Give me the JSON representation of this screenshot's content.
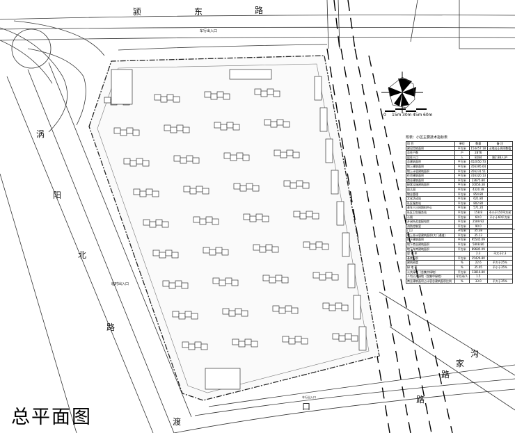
{
  "title": "总平面图",
  "roads": {
    "north": [
      "颍",
      "东",
      "路"
    ],
    "west": [
      "涡",
      "阳",
      "北",
      "路"
    ],
    "south": [
      "渡",
      "口",
      "路"
    ],
    "southeast": [
      "沟",
      "家",
      "路"
    ]
  },
  "entrances": {
    "north": "车行出入口",
    "west": "临时出入口",
    "south": "车行出入口"
  },
  "scale_bar": {
    "ticks": [
      "0",
      "15m",
      "30m",
      "45m",
      "60m"
    ]
  },
  "table": {
    "caption": "附表：小区主要技术指标表",
    "headers": [
      "项 目",
      "单位",
      "数量",
      "备 注"
    ],
    "rows": [
      [
        "建设用地面积",
        "平方米",
        "154457.18",
        "土地出让合同数值"
      ],
      [
        "总住户数",
        "户",
        "2876",
        ""
      ],
      [
        "居住人口",
        "人",
        "8284",
        "按2.88人/户"
      ],
      [
        "总建筑面积",
        "平方米",
        "452050.73",
        ""
      ],
      [
        "地上建筑面积",
        "平方米",
        "356395.64",
        ""
      ],
      [
        "地上计容建筑面积",
        "平方米",
        "356231.51",
        ""
      ],
      [
        "住宅建筑面积",
        "平方米",
        "316320.13",
        ""
      ],
      [
        "商业建筑面积",
        "平方米",
        "23675.80",
        ""
      ],
      [
        "配套设施建筑面积",
        "平方米",
        "10056.38",
        ""
      ],
      [
        "幼儿园",
        "平方米",
        "4320.38",
        ""
      ],
      [
        "物业管理",
        "平方米",
        "854.80",
        ""
      ],
      [
        "文化活动站",
        "平方米",
        "621.80",
        ""
      ],
      [
        "社区服务站",
        "平方米",
        "802.80",
        ""
      ],
      [
        "老年人日间照料中心",
        "平方米",
        "571.20",
        ""
      ],
      [
        "社区卫生服务站",
        "平方米",
        "158.8",
        "不小于150平方米"
      ],
      [
        "公厕",
        "平方米",
        "60.0",
        "不小于60平方米"
      ],
      [
        "开闭所及变配电房",
        "平方米",
        "2589.92",
        ""
      ],
      [
        "消防控制室",
        "平方米",
        "90.0",
        ""
      ],
      [
        "门卫",
        "平方米",
        "35.38",
        ""
      ],
      [
        "地上非计容建筑面积(大门通道)",
        "平方米",
        "35.13",
        ""
      ],
      [
        "地下建筑面积",
        "平方米",
        "95545.09",
        ""
      ],
      [
        "地下商业建筑面积",
        "平方米",
        "5808.80",
        ""
      ],
      [
        "地下车库建筑面积",
        "平方米",
        "89685.09",
        ""
      ],
      [
        "容 积 率",
        "",
        "2.3",
        "不大于2.3"
      ],
      [
        "基底面积",
        "平方米",
        "35426.80",
        ""
      ],
      [
        "建筑密度",
        "%",
        "22.6",
        "不大于25%"
      ],
      [
        "绿 地 率",
        "%",
        "35.05",
        "不小于35%"
      ],
      [
        "公共绿地（含集中绿地）",
        "平方米",
        "13816.80",
        ""
      ],
      [
        "人均公共绿地（含集中绿地）",
        "平方米/人",
        "1.5",
        ""
      ],
      [
        "商业建筑面积占计容总建筑面积比例",
        "%",
        "33.0",
        "不大于35%"
      ]
    ]
  }
}
